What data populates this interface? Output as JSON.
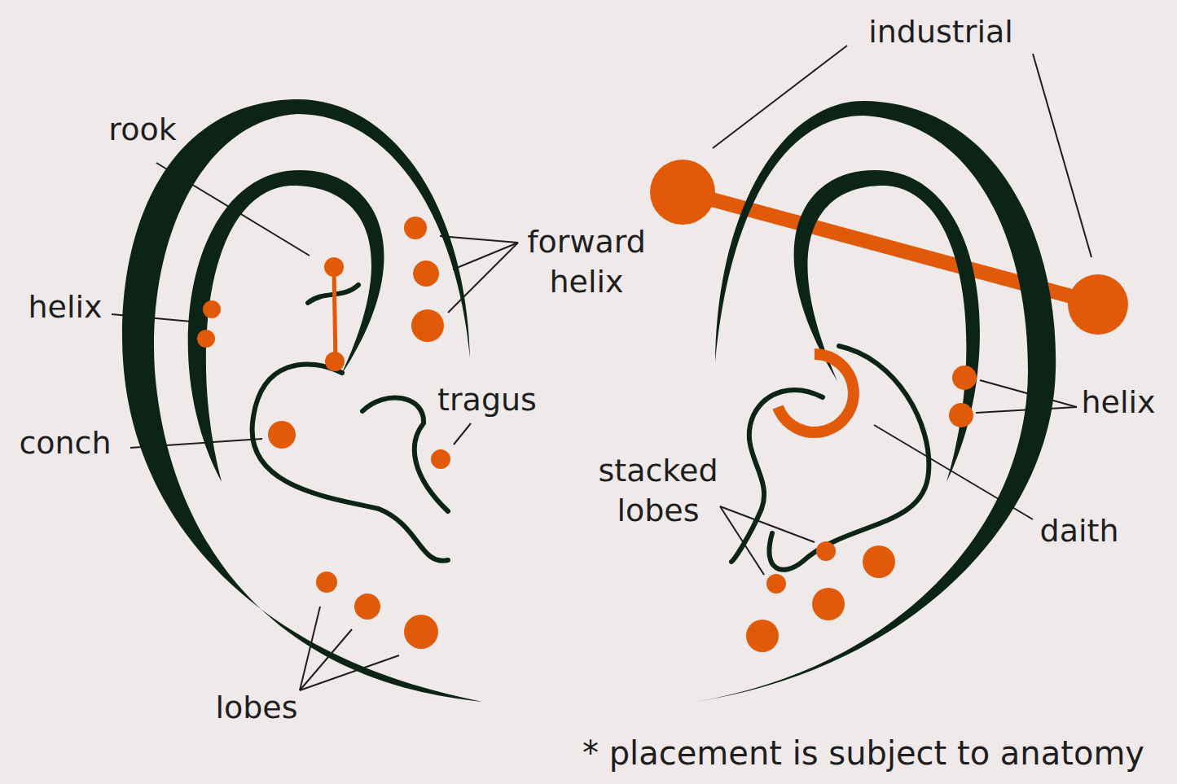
{
  "diagram": {
    "caption": "* placement is subject to anatomy",
    "labels": [
      "rook",
      "forward helix",
      "helix",
      "conch",
      "tragus",
      "lobes",
      "industrial",
      "helix",
      "stacked lobes",
      "daith"
    ]
  }
}
